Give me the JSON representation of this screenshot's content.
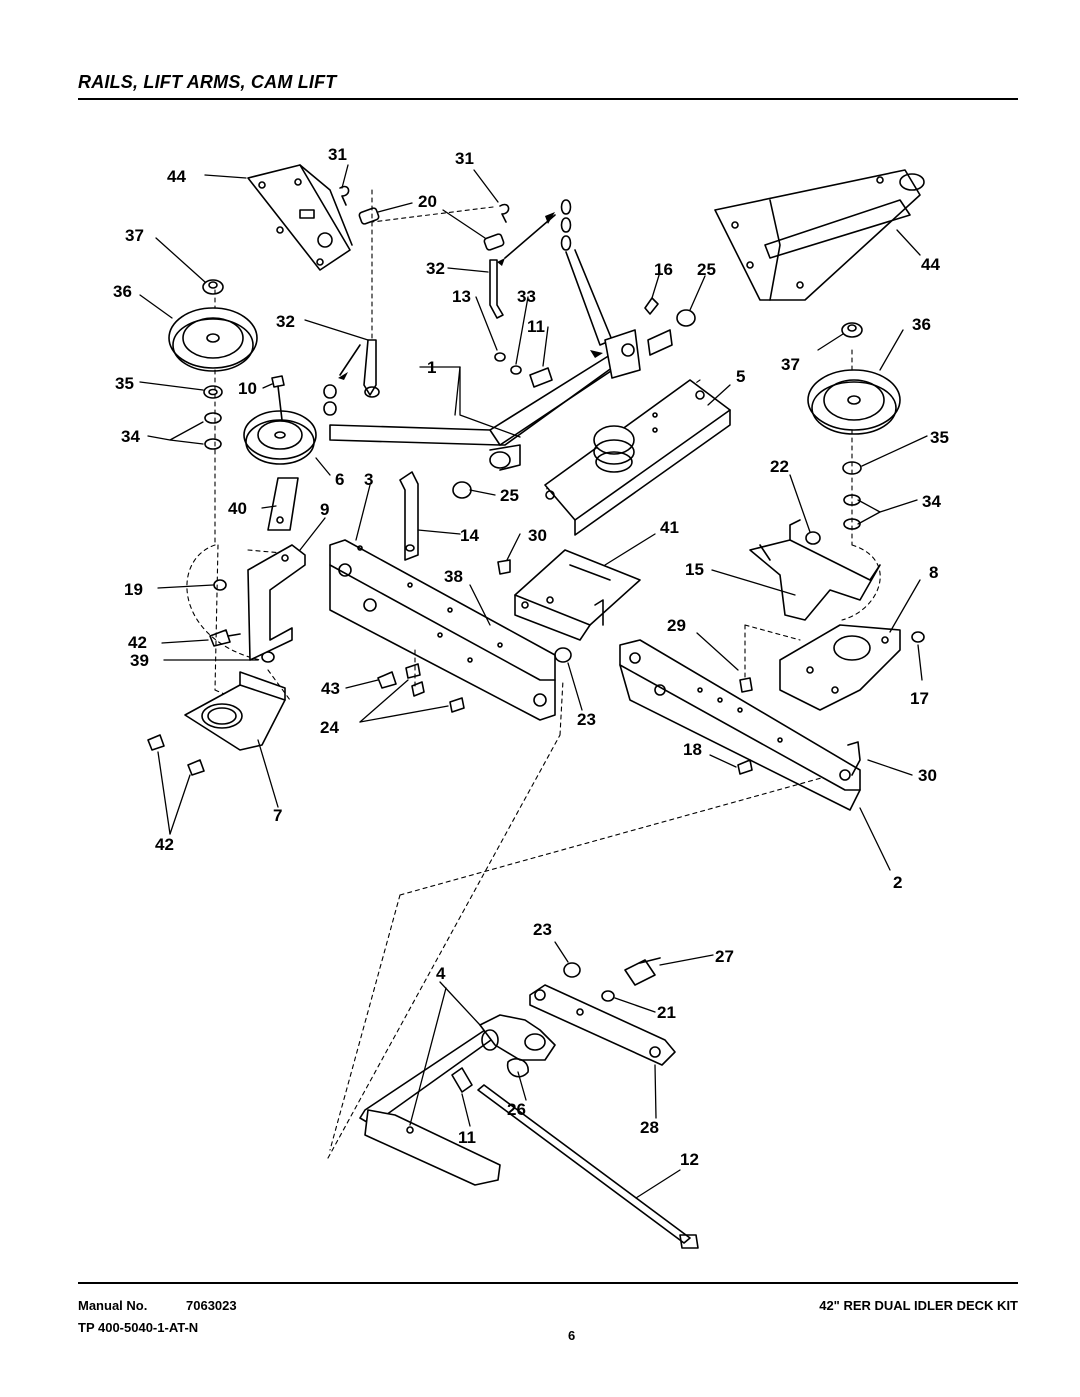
{
  "page": {
    "title": "RAILS, LIFT ARMS, CAM LIFT"
  },
  "footer": {
    "manual_label": "Manual No.",
    "manual_number": "7063023",
    "tp_code": "TP 400-5040-1-AT-N",
    "page_number": "6",
    "kit_name": "42\" RER DUAL IDLER DECK KIT"
  },
  "callouts": [
    {
      "id": "c44a",
      "text": "44"
    },
    {
      "id": "c31a",
      "text": "31"
    },
    {
      "id": "c31b",
      "text": "31"
    },
    {
      "id": "c20",
      "text": "20"
    },
    {
      "id": "c37a",
      "text": "37"
    },
    {
      "id": "c36a",
      "text": "36"
    },
    {
      "id": "c32a",
      "text": "32"
    },
    {
      "id": "c13",
      "text": "13"
    },
    {
      "id": "c33",
      "text": "33"
    },
    {
      "id": "c16",
      "text": "16"
    },
    {
      "id": "c25a",
      "text": "25"
    },
    {
      "id": "c44b",
      "text": "44"
    },
    {
      "id": "c32b",
      "text": "32"
    },
    {
      "id": "c11a",
      "text": "11"
    },
    {
      "id": "c36b",
      "text": "36"
    },
    {
      "id": "c37b",
      "text": "37"
    },
    {
      "id": "c1",
      "text": "1"
    },
    {
      "id": "c35a",
      "text": "35"
    },
    {
      "id": "c10",
      "text": "10"
    },
    {
      "id": "c5",
      "text": "5"
    },
    {
      "id": "c34a",
      "text": "34"
    },
    {
      "id": "c35b",
      "text": "35"
    },
    {
      "id": "c22",
      "text": "22"
    },
    {
      "id": "c6",
      "text": "6"
    },
    {
      "id": "c3",
      "text": "3"
    },
    {
      "id": "c25b",
      "text": "25"
    },
    {
      "id": "c34b",
      "text": "34"
    },
    {
      "id": "c40",
      "text": "40"
    },
    {
      "id": "c9",
      "text": "9"
    },
    {
      "id": "c14",
      "text": "14"
    },
    {
      "id": "c30a",
      "text": "30"
    },
    {
      "id": "c41",
      "text": "41"
    },
    {
      "id": "c15",
      "text": "15"
    },
    {
      "id": "c8",
      "text": "8"
    },
    {
      "id": "c19",
      "text": "19"
    },
    {
      "id": "c38",
      "text": "38"
    },
    {
      "id": "c42a",
      "text": "42"
    },
    {
      "id": "c29",
      "text": "29"
    },
    {
      "id": "c39",
      "text": "39"
    },
    {
      "id": "c17",
      "text": "17"
    },
    {
      "id": "c43",
      "text": "43"
    },
    {
      "id": "c24",
      "text": "24"
    },
    {
      "id": "c23a",
      "text": "23"
    },
    {
      "id": "c18",
      "text": "18"
    },
    {
      "id": "c30b",
      "text": "30"
    },
    {
      "id": "c7",
      "text": "7"
    },
    {
      "id": "c42b",
      "text": "42"
    },
    {
      "id": "c2",
      "text": "2"
    },
    {
      "id": "c23b",
      "text": "23"
    },
    {
      "id": "c27",
      "text": "27"
    },
    {
      "id": "c4",
      "text": "4"
    },
    {
      "id": "c21",
      "text": "21"
    },
    {
      "id": "c26",
      "text": "26"
    },
    {
      "id": "c28",
      "text": "28"
    },
    {
      "id": "c11b",
      "text": "11"
    },
    {
      "id": "c12",
      "text": "12"
    }
  ]
}
